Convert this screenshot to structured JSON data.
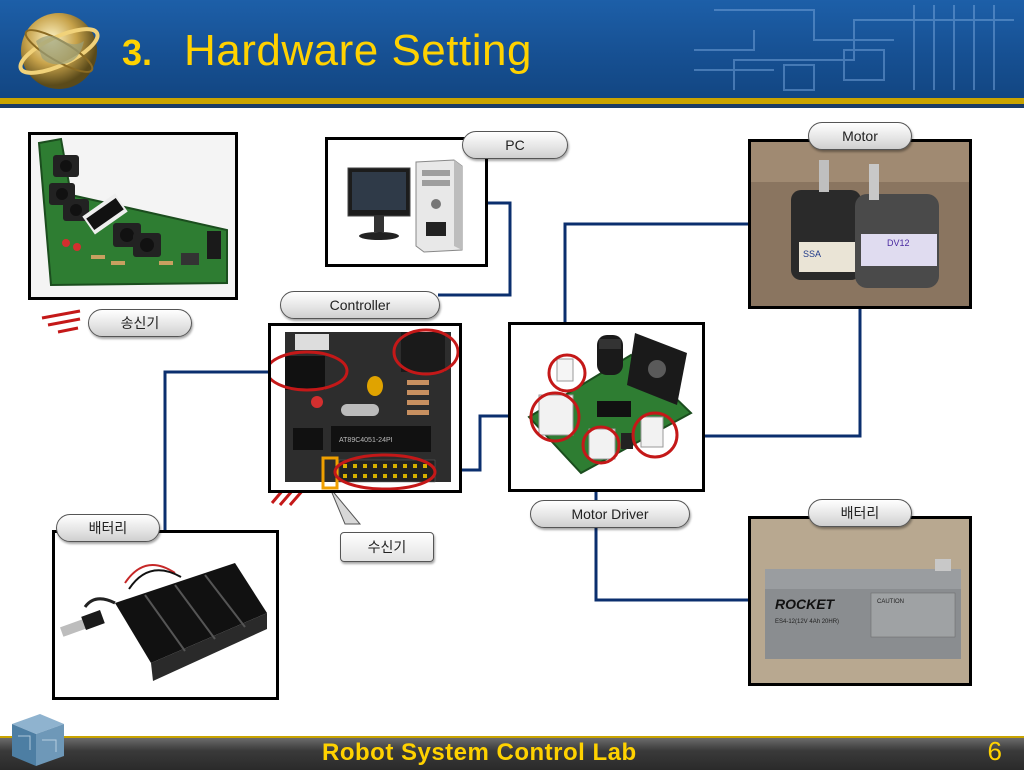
{
  "slide": {
    "number_prefix": "3.",
    "title": "Hardware Setting",
    "page_number": "6",
    "footer": "Robot System Control Lab"
  },
  "labels": {
    "pc": "PC",
    "motor": "Motor",
    "controller": "Controller",
    "transmitter": "송신기",
    "battery_left": "배터리",
    "receiver": "수신기",
    "motor_driver": "Motor Driver",
    "battery_right": "배터리"
  },
  "photo_text": {
    "battery_brand": "ROCKET",
    "battery_caution": "CAUTION",
    "battery_spec": "ES4-12(12V 4Ah 20HR)",
    "motor_label": "SSA",
    "motor_label2": "DV12",
    "chip_text": "AT89C4051-24PI"
  },
  "colors": {
    "accent_gold": "#ffd200",
    "header_blue": "#1a5aa0",
    "wire_blue": "#0b2f6e",
    "highlight_red": "#c41818"
  }
}
